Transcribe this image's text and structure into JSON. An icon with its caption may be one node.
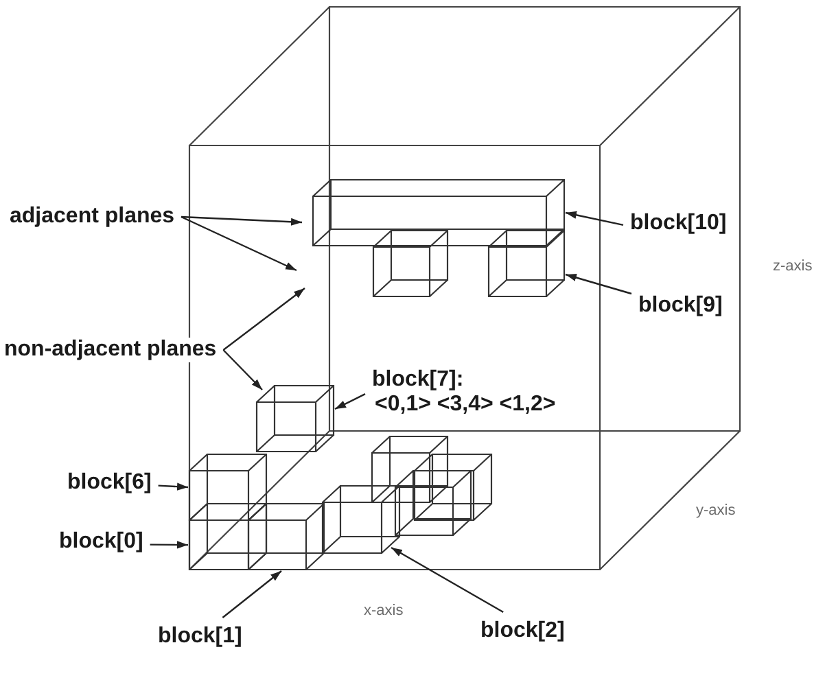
{
  "diagram": {
    "nodes": [
      {
        "text": [
          "adjacent planes"
        ]
      },
      {
        "text": [],
        "shape": "bar"
      },
      {
        "text": [
          "block[10]"
        ]
      },
      {
        "text": [],
        "shape": "cube"
      },
      {
        "text": [],
        "shape": "cube"
      },
      {
        "text": [
          "block[9]"
        ]
      },
      {
        "text": [
          "non-adjacent planes"
        ]
      },
      {
        "text": [
          "block[7]:",
          "<0,1> <3,4> <1,2>"
        ]
      },
      {
        "text": [],
        "shape": "cube"
      },
      {
        "text": [],
        "shape": "cube"
      },
      {
        "text": [
          "block[6]"
        ]
      },
      {
        "text": [],
        "shape": "cube"
      },
      {
        "text": [],
        "shape": "cube"
      },
      {
        "text": [],
        "shape": "cube"
      },
      {
        "text": [],
        "shape": "cube"
      },
      {
        "text": [
          "block[0]"
        ]
      },
      {
        "text": [],
        "shape": "cube"
      },
      {
        "text": [],
        "shape": "cube"
      },
      {
        "text": [
          "block[1]"
        ]
      },
      {
        "text": [
          "block[2]"
        ]
      }
    ],
    "edges": [
      {
        "from": 0,
        "to": 1,
        "arrow": "to"
      },
      {
        "from": 0,
        "to": 1,
        "arrow": "to"
      },
      {
        "from": 6,
        "to": null,
        "arrow": "to"
      },
      {
        "from": 6,
        "to": 8,
        "arrow": "to"
      },
      {
        "from": 2,
        "to": 1,
        "arrow": "to"
      },
      {
        "from": 5,
        "to": 4,
        "arrow": "to"
      },
      {
        "from": 7,
        "to": 8,
        "arrow": "to"
      },
      {
        "from": 10,
        "to": 11,
        "arrow": "to"
      },
      {
        "from": 15,
        "to": 16,
        "arrow": "to"
      },
      {
        "from": 18,
        "to": 17,
        "arrow": "to"
      },
      {
        "from": 19,
        "to": 14,
        "arrow": "to"
      }
    ],
    "labels": [
      "z-axis",
      "y-axis",
      "x-axis"
    ]
  }
}
